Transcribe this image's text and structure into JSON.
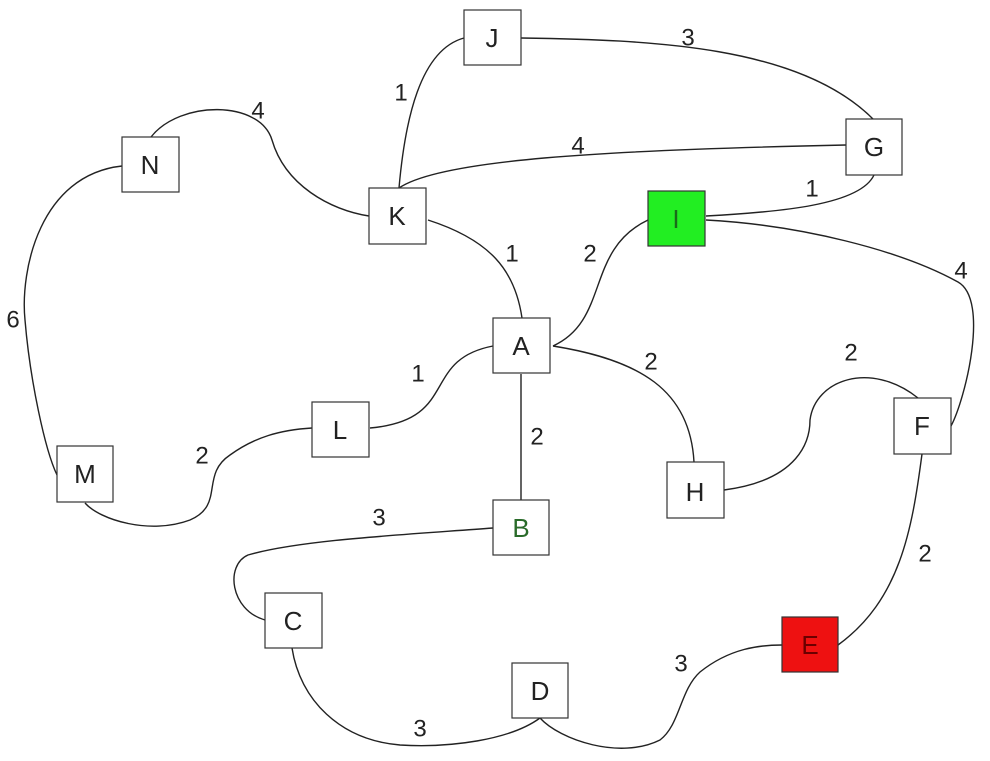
{
  "nodes": [
    {
      "id": "J",
      "label": "J",
      "fill": "#ffffff",
      "text_color": "#222222",
      "border": "#333333"
    },
    {
      "id": "G",
      "label": "G",
      "fill": "#ffffff",
      "text_color": "#222222",
      "border": "#333333"
    },
    {
      "id": "N",
      "label": "N",
      "fill": "#ffffff",
      "text_color": "#222222",
      "border": "#4a4a2a"
    },
    {
      "id": "K",
      "label": "K",
      "fill": "#ffffff",
      "text_color": "#222222",
      "border": "#333333"
    },
    {
      "id": "I",
      "label": "I",
      "fill": "#22ee22",
      "text_color": "#1a6b1a",
      "border": "#333333"
    },
    {
      "id": "A",
      "label": "A",
      "fill": "#ffffff",
      "text_color": "#222222",
      "border": "#333333"
    },
    {
      "id": "L",
      "label": "L",
      "fill": "#ffffff",
      "text_color": "#222222",
      "border": "#333333"
    },
    {
      "id": "F",
      "label": "F",
      "fill": "#ffffff",
      "text_color": "#222222",
      "border": "#333333"
    },
    {
      "id": "M",
      "label": "M",
      "fill": "#ffffff",
      "text_color": "#222222",
      "border": "#2d4a2d"
    },
    {
      "id": "H",
      "label": "H",
      "fill": "#ffffff",
      "text_color": "#222222",
      "border": "#333333"
    },
    {
      "id": "B",
      "label": "B",
      "fill": "#ffffff",
      "text_color": "#2a6b2a",
      "border": "#2a6b2a"
    },
    {
      "id": "C",
      "label": "C",
      "fill": "#ffffff",
      "text_color": "#222222",
      "border": "#333333"
    },
    {
      "id": "E",
      "label": "E",
      "fill": "#ee1111",
      "text_color": "#6b0000",
      "border": "#333333"
    },
    {
      "id": "D",
      "label": "D",
      "fill": "#ffffff",
      "text_color": "#222222",
      "border": "#333333"
    }
  ],
  "edges": [
    {
      "from": "K",
      "to": "J",
      "weight": "1"
    },
    {
      "from": "J",
      "to": "G",
      "weight": "3"
    },
    {
      "from": "K",
      "to": "G",
      "weight": "4"
    },
    {
      "from": "N",
      "to": "K",
      "weight": "4"
    },
    {
      "from": "I",
      "to": "G",
      "weight": "1"
    },
    {
      "from": "K",
      "to": "A",
      "weight": "1"
    },
    {
      "from": "A",
      "to": "I",
      "weight": "2"
    },
    {
      "from": "I",
      "to": "F",
      "weight": "4"
    },
    {
      "from": "N",
      "to": "M",
      "weight": "6"
    },
    {
      "from": "L",
      "to": "A",
      "weight": "1"
    },
    {
      "from": "A",
      "to": "H",
      "weight": "2"
    },
    {
      "from": "H",
      "to": "F",
      "weight": "2"
    },
    {
      "from": "A",
      "to": "B",
      "weight": "2"
    },
    {
      "from": "M",
      "to": "L",
      "weight": "2"
    },
    {
      "from": "B",
      "to": "C",
      "weight": "3"
    },
    {
      "from": "F",
      "to": "E",
      "weight": "2"
    },
    {
      "from": "D",
      "to": "E",
      "weight": "3"
    },
    {
      "from": "C",
      "to": "D",
      "weight": "3"
    }
  ]
}
